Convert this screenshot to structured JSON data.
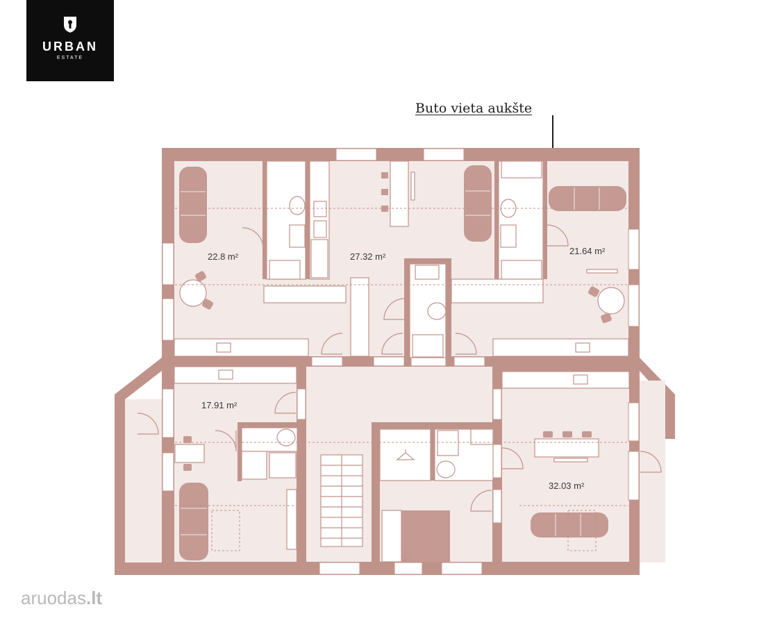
{
  "brand": {
    "name": "URBAN",
    "subtitle": "ESTATE"
  },
  "callout": {
    "label": "Buto vieta aukšte"
  },
  "rooms": [
    {
      "id": "apt-top-left",
      "area": "22.8 m²"
    },
    {
      "id": "apt-top-middle",
      "area": "27.32 m²"
    },
    {
      "id": "apt-top-right",
      "area": "21.64 m²"
    },
    {
      "id": "apt-bottom-left",
      "area": "17.91 m²"
    },
    {
      "id": "apt-bottom-right",
      "area": "32.03 m²"
    }
  ],
  "watermark": {
    "text": "aruodas",
    "suffix": ".lt"
  },
  "colors": {
    "wall": "#c0938a",
    "floor": "#f3e9e7",
    "furniture": "#c49a93",
    "logo_bg": "#0d0d0d"
  }
}
